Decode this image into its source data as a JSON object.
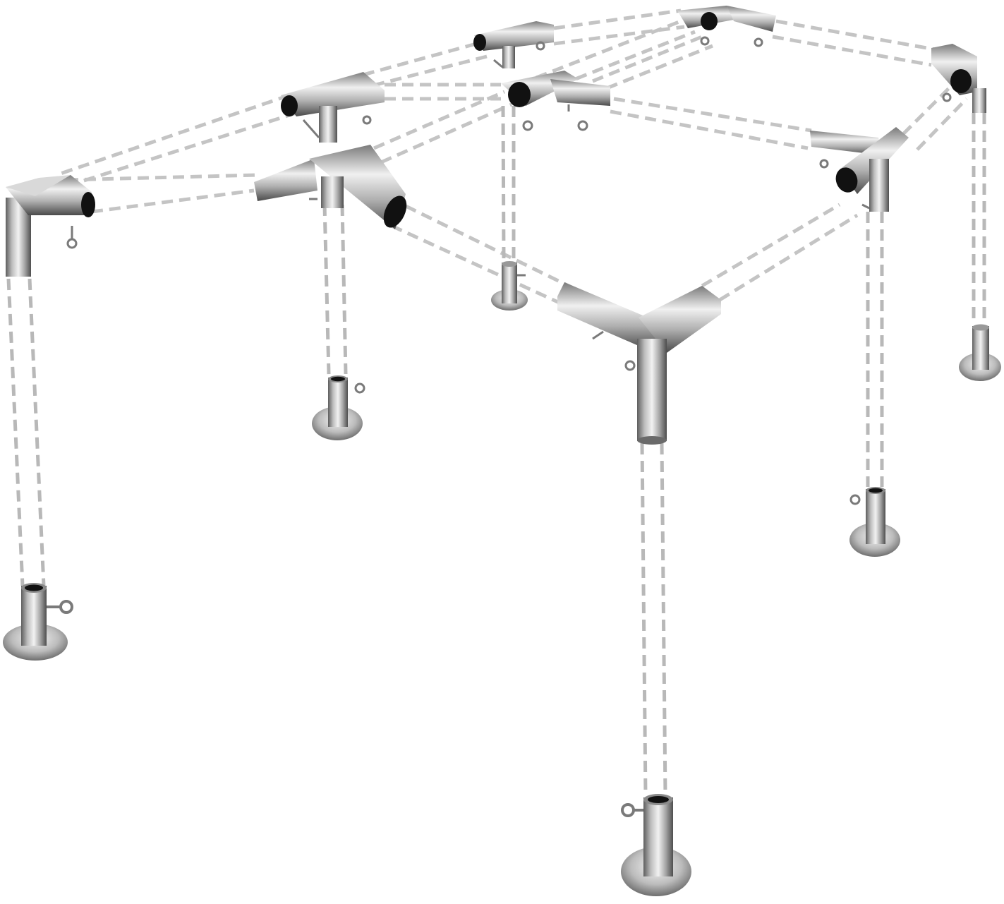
{
  "diagram": {
    "description_visible_text": "",
    "style": {
      "background": "#ffffff",
      "dash_color": "#c4c4c4",
      "dash_color_vertical": "#b8b8b8",
      "steel_dark": "#5e5e5e",
      "steel_mid": "#a9a9a9",
      "steel_light": "#ececec",
      "bore": "#111111"
    },
    "components": [
      {
        "id": "corner-front-left",
        "kind": "3-way corner connector"
      },
      {
        "id": "tee-front-middle",
        "kind": "4-way tee connector"
      },
      {
        "id": "corner-front-right",
        "kind": "3-way corner connector"
      },
      {
        "id": "corner-back-left",
        "kind": "3-way corner connector"
      },
      {
        "id": "tee-back-middle",
        "kind": "4-way tee connector"
      },
      {
        "id": "corner-back-right",
        "kind": "3-way corner connector"
      },
      {
        "id": "tee-left-rear",
        "kind": "4-way tee connector"
      },
      {
        "id": "tee-center",
        "kind": "5-way center connector"
      },
      {
        "id": "tee-right-rear",
        "kind": "4-way tee connector"
      },
      {
        "id": "foot-front-left",
        "kind": "foot base with eyelet"
      },
      {
        "id": "foot-front-middle",
        "kind": "foot base with eyelet"
      },
      {
        "id": "foot-center",
        "kind": "foot base"
      },
      {
        "id": "foot-front-right",
        "kind": "foot base with eyelet"
      },
      {
        "id": "foot-back-right-near",
        "kind": "foot base with eyelet"
      },
      {
        "id": "foot-back-right-far",
        "kind": "foot base"
      }
    ]
  }
}
